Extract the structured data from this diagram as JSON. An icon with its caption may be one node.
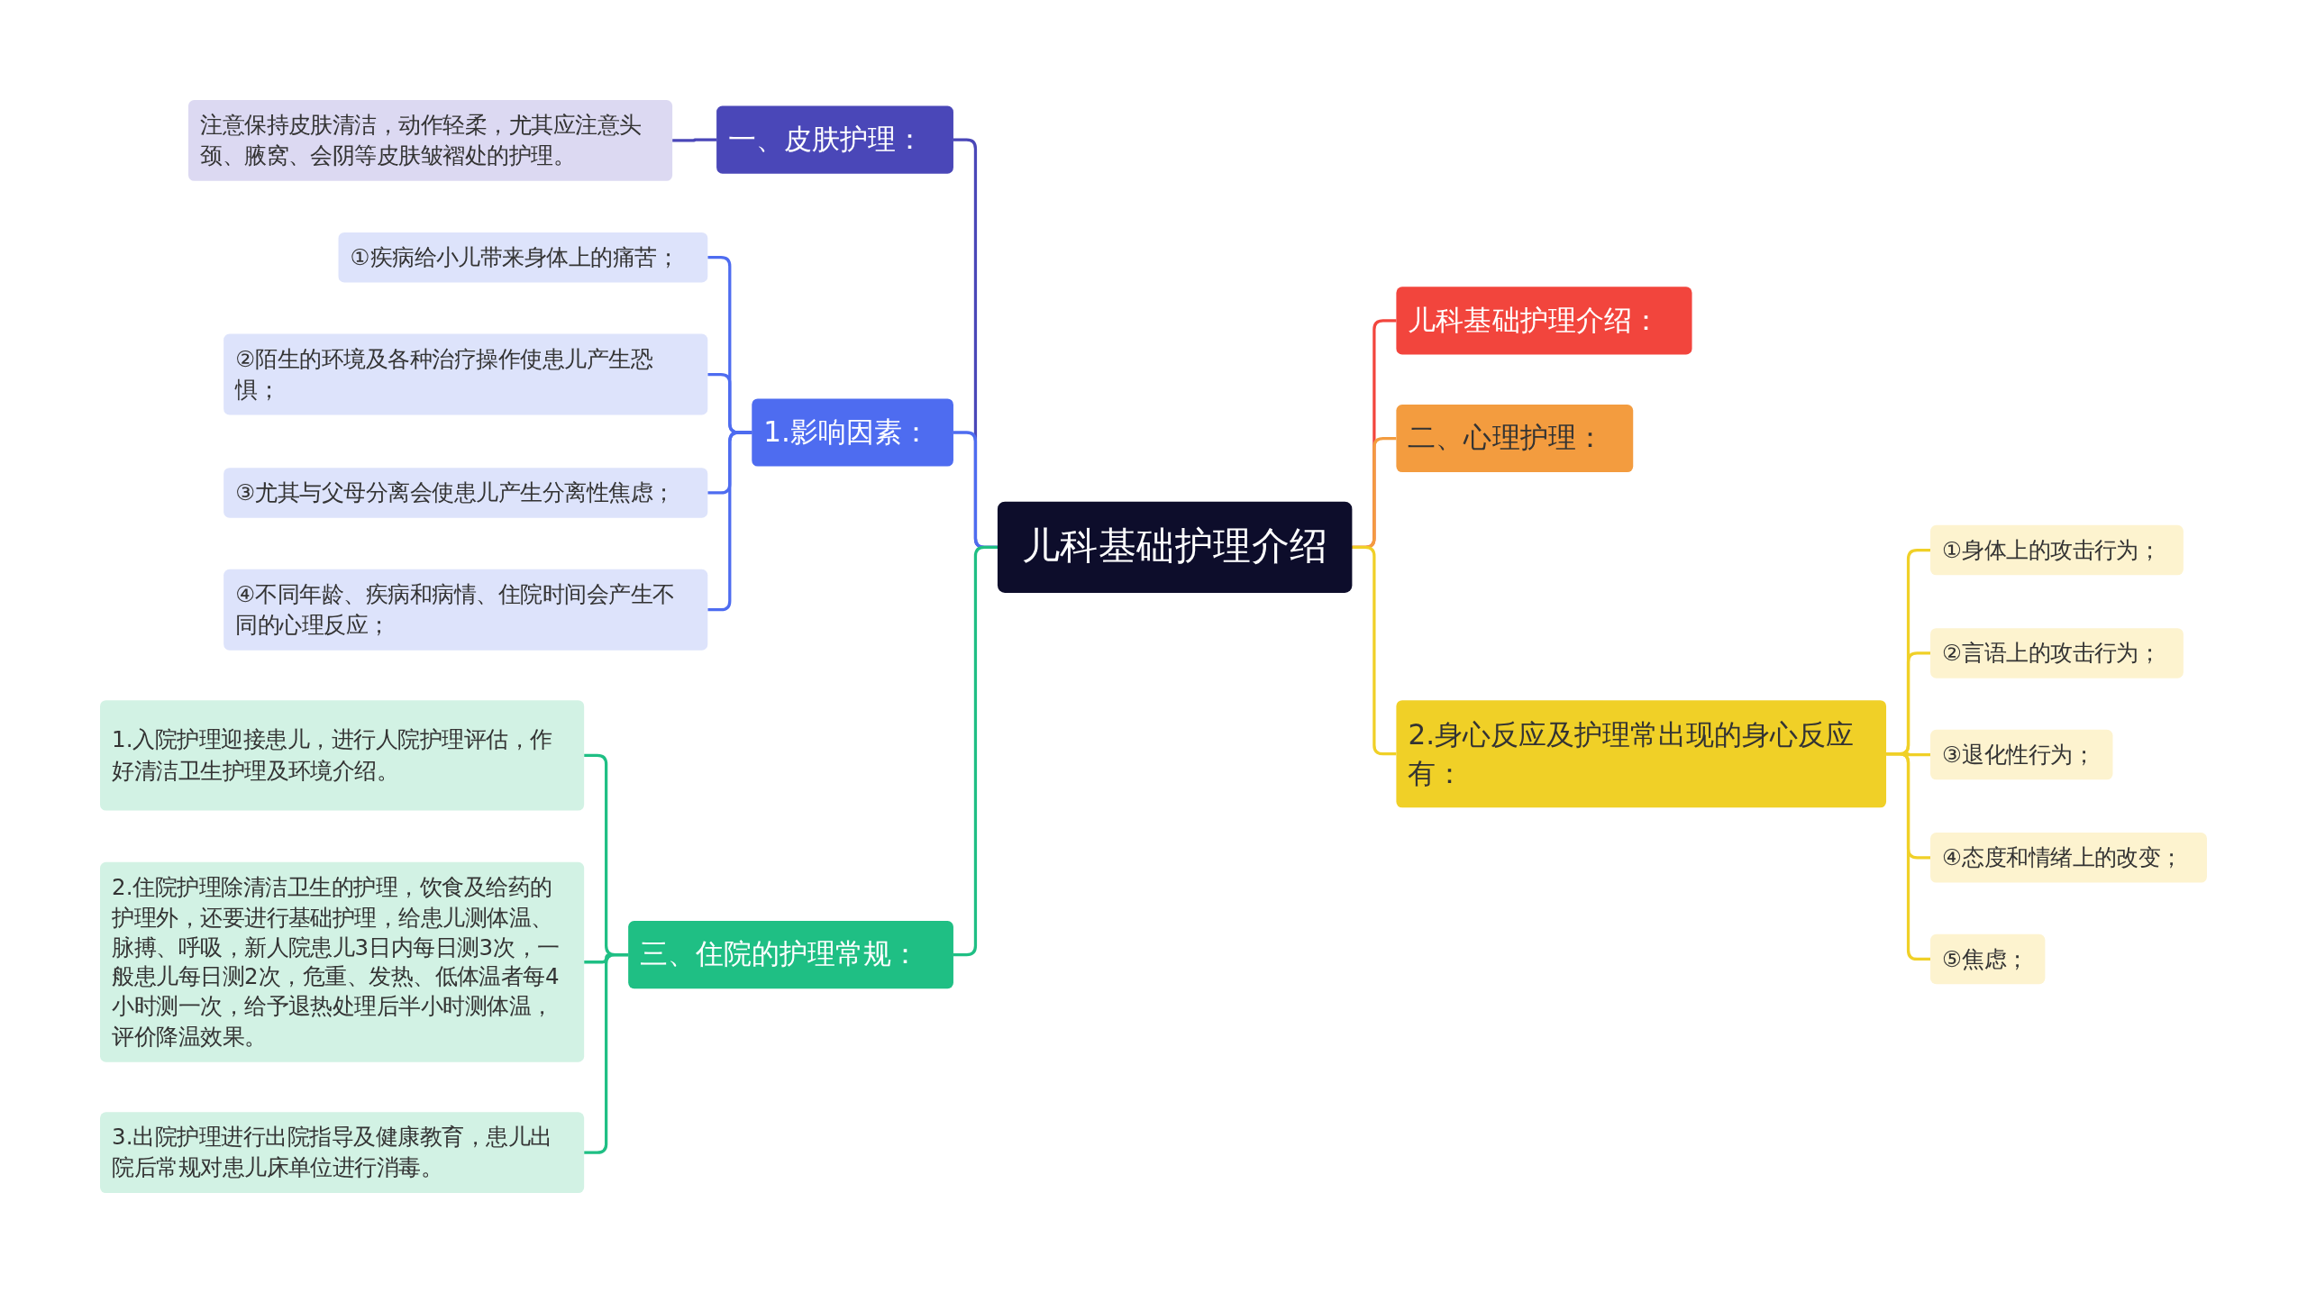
{
  "diagram": {
    "nodes": [
      {
        "text": [
          "儿科基础护理介绍"
        ]
      },
      {
        "text": [
          "一、皮肤护理："
        ]
      },
      {
        "text": [
          "注意保持皮肤清洁，动作轻柔，尤其应注意头颈、腋窝、会阴等皮肤皱褶处的护理。"
        ]
      },
      {
        "text": [
          "1.影响因素："
        ]
      },
      {
        "text": [
          "①疾病给小儿带来身体上的痛苦；"
        ]
      },
      {
        "text": [
          "②陌生的环境及各种治疗操作使患儿产生恐惧；"
        ]
      },
      {
        "text": [
          "③尤其与父母分离会使患儿产生分离性焦虑；"
        ]
      },
      {
        "text": [
          "④不同年龄、疾病和病情、住院时间会产生不同的心理反应；"
        ]
      },
      {
        "text": [
          "三、住院的护理常规："
        ]
      },
      {
        "text": [
          "1.入院护理迎接患儿，进行人院护理评估，作好清洁卫生护理及环境介绍。"
        ]
      },
      {
        "text": [
          "2.住院护理除清洁卫生的护理，饮食及给药的护理外，还要进行基础护理，给患儿测体温、脉搏、呼吸，新人院患儿3日内每日测3次，一般患儿每日测2次，危重、发热、低体温者每4小时测一次，给予退热处理后半小时测体温，评价降温效果。"
        ]
      },
      {
        "text": [
          "3.出院护理进行出院指导及健康教育，患儿出院后常规对患儿床单位进行消毒。"
        ]
      },
      {
        "text": [
          "儿科基础护理介绍："
        ]
      },
      {
        "text": [
          "二、心理护理："
        ]
      },
      {
        "text": [
          "2.身心反应及护理常出现的身心反应有："
        ]
      },
      {
        "text": [
          "①身体上的攻击行为；"
        ]
      },
      {
        "text": [
          "②言语上的攻击行为；"
        ]
      },
      {
        "text": [
          "③退化性行为；"
        ]
      },
      {
        "text": [
          "④态度和情绪上的改变；"
        ]
      },
      {
        "text": [
          "⑤焦虑；"
        ]
      }
    ],
    "edges": [
      {
        "from": 0,
        "to": 1,
        "arrow": "none",
        "color": "#4a47b8"
      },
      {
        "from": 1,
        "to": 2,
        "arrow": "none",
        "color": "#4a47b8"
      },
      {
        "from": 0,
        "to": 3,
        "arrow": "none",
        "color": "#4e6cf0"
      },
      {
        "from": 3,
        "to": 4,
        "arrow": "none",
        "color": "#4e6cf0"
      },
      {
        "from": 3,
        "to": 5,
        "arrow": "none",
        "color": "#4e6cf0"
      },
      {
        "from": 3,
        "to": 6,
        "arrow": "none",
        "color": "#4e6cf0"
      },
      {
        "from": 3,
        "to": 7,
        "arrow": "none",
        "color": "#4e6cf0"
      },
      {
        "from": 0,
        "to": 8,
        "arrow": "none",
        "color": "#1fbf84"
      },
      {
        "from": 8,
        "to": 9,
        "arrow": "none",
        "color": "#1fbf84"
      },
      {
        "from": 8,
        "to": 10,
        "arrow": "none",
        "color": "#1fbf84"
      },
      {
        "from": 8,
        "to": 11,
        "arrow": "none",
        "color": "#1fbf84"
      },
      {
        "from": 0,
        "to": 12,
        "arrow": "none",
        "color": "#f2453d"
      },
      {
        "from": 0,
        "to": 13,
        "arrow": "none",
        "color": "#f39c3f"
      },
      {
        "from": 0,
        "to": 14,
        "arrow": "none",
        "color": "#f0d027"
      },
      {
        "from": 14,
        "to": 15,
        "arrow": "none",
        "color": "#f0d027"
      },
      {
        "from": 14,
        "to": 16,
        "arrow": "none",
        "color": "#f0d027"
      },
      {
        "from": 14,
        "to": 17,
        "arrow": "none",
        "color": "#f0d027"
      },
      {
        "from": 14,
        "to": 18,
        "arrow": "none",
        "color": "#f0d027"
      },
      {
        "from": 14,
        "to": 19,
        "arrow": "none",
        "color": "#f0d027"
      }
    ]
  }
}
